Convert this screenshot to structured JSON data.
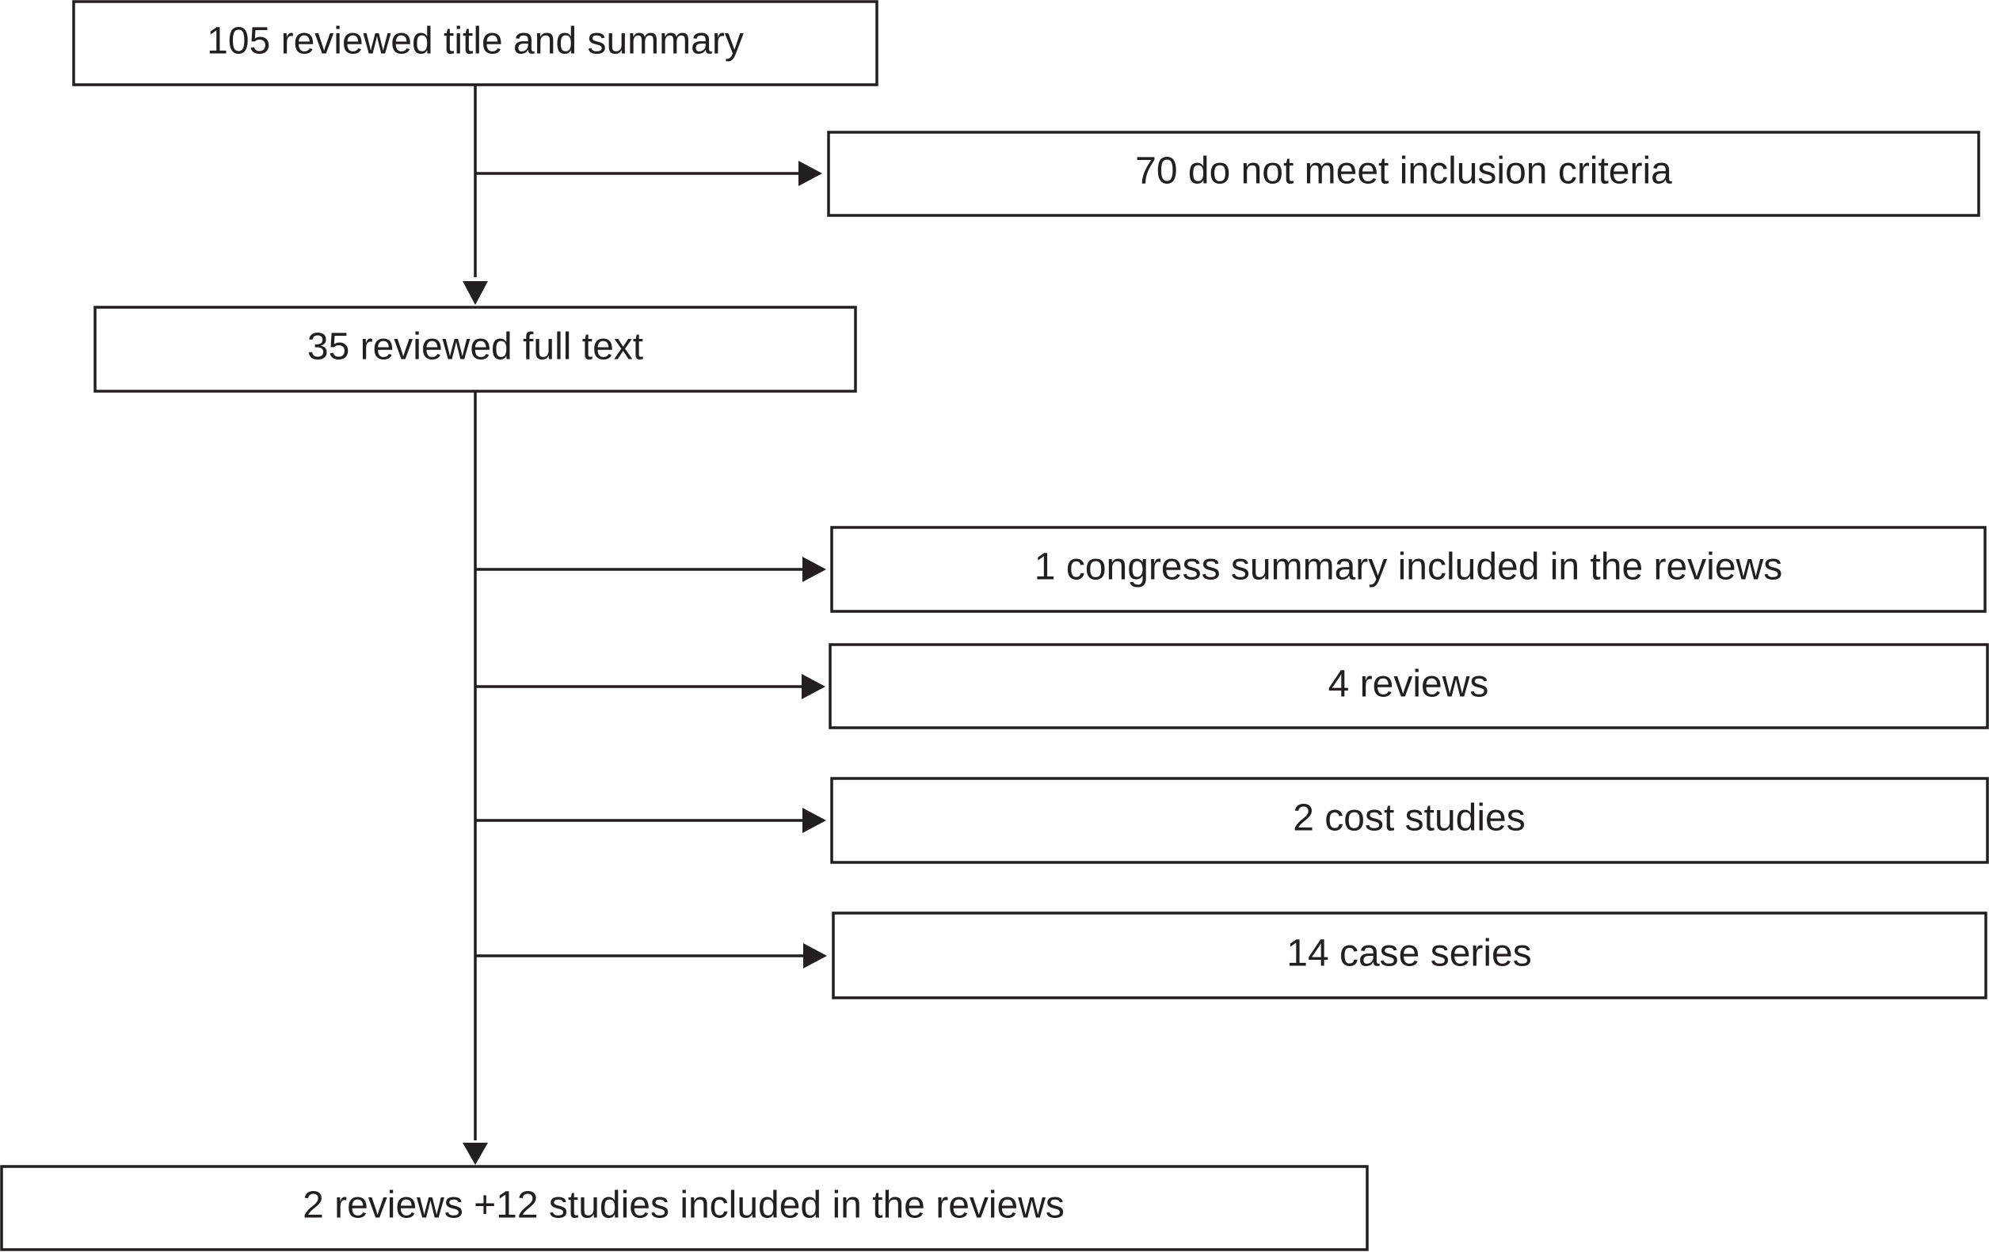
{
  "diagram": {
    "start": "105 reviewed title and summary",
    "excluded": "70 do not meet inclusion criteria",
    "full_text": "35 reviewed full text",
    "congress": "1 congress summary included in the reviews",
    "reviews": "4 reviews",
    "cost": "2 cost studies",
    "case_series": "14 case series",
    "final": "2 reviews +12 studies included in the reviews"
  },
  "colors": {
    "stroke": "#231f20",
    "background": "#ffffff"
  }
}
